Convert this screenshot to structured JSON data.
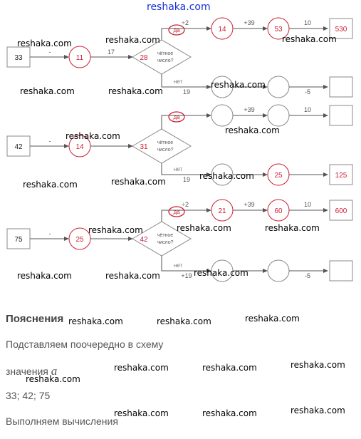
{
  "site_header": "reshaka.com",
  "watermark": "reshaka.com",
  "colors": {
    "value_red": "#cc1f33",
    "arrow": "#555555",
    "shape": "#888888"
  },
  "schemes": [
    {
      "input": "33",
      "op1": "-",
      "step1": "11",
      "op2": "17",
      "step2": "28",
      "condition": "чётное число?",
      "yes_label": "да",
      "no_label": "нет",
      "yes_op1": "÷2",
      "yes_step1": "14",
      "yes_op2": "+39",
      "yes_step2": "53",
      "yes_op3": "10",
      "yes_result": "530",
      "no_op1": "19",
      "no_step1": "",
      "no_op2": "",
      "no_step2": "",
      "no_op3": "-5",
      "no_result": ""
    },
    {
      "input": "42",
      "op1": "-",
      "step1": "14",
      "op2": "",
      "step2": "31",
      "condition": "чётное число?",
      "yes_label": "да",
      "no_label": "нет",
      "yes_op1": "",
      "yes_step1": "",
      "yes_op2": "+39",
      "yes_step2": "",
      "yes_op3": "10",
      "yes_result": "",
      "no_op1": "19",
      "no_step1": "",
      "no_op2": "",
      "no_step2": "25",
      "no_op3": "",
      "no_result": "125"
    },
    {
      "input": "75",
      "op1": "-",
      "step1": "25",
      "op2": "",
      "step2": "42",
      "condition": "чётное число?",
      "yes_label": "да",
      "no_label": "нет",
      "yes_op1": "÷2",
      "yes_step1": "21",
      "yes_op2": "+39",
      "yes_step2": "60",
      "yes_op3": "10",
      "yes_result": "600",
      "no_op1": "+19",
      "no_step1": "",
      "no_op2": "",
      "no_step2": "",
      "no_op3": "-5",
      "no_result": ""
    }
  ],
  "explanation": {
    "heading": "Пояснения",
    "line1": "Подставляем поочередно в схему",
    "line2": "значения",
    "variable": "a",
    "values": "33; 42; 75",
    "line4": "Выполняем вычисления"
  }
}
